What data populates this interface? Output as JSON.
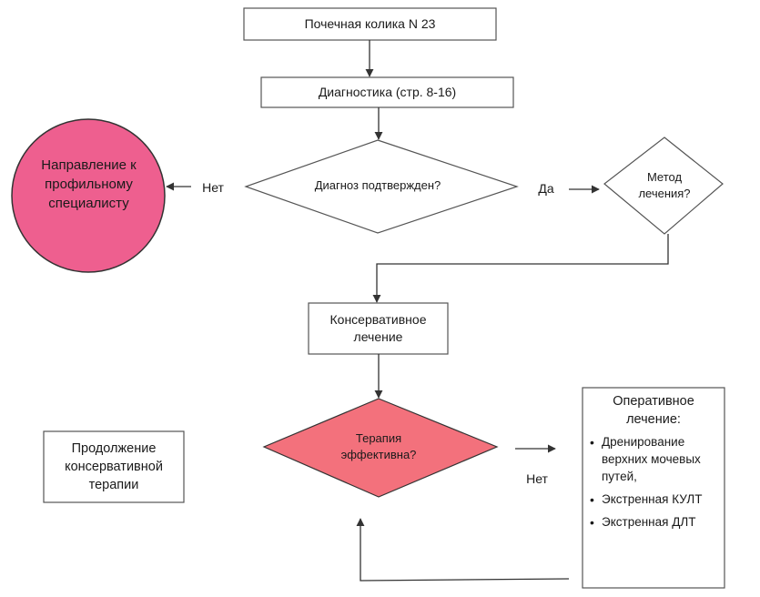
{
  "nodes": {
    "start": "Почечная колика N 23",
    "diagnostics": "Диагностика (стр. 8-16)",
    "diagnosis_decision": "Диагноз подтвержден?",
    "referral": "Направление к профильному специалисту",
    "method_decision": "Метод лечения?",
    "conservative": "Консервативное лечение",
    "therapy_decision": "Терапия эффективна?",
    "continue_conservative": "Продолжение консервативной терапии",
    "operative": {
      "title": "Оперативное лечение:",
      "items": [
        "Дренирование верхних мочевых путей,",
        "Экстренная КУЛТ",
        "Экстренная ДЛТ"
      ]
    }
  },
  "edge_labels": {
    "no_left": "Нет",
    "yes_right": "Да",
    "no_bottom": "Нет"
  },
  "colors": {
    "line": "#333333",
    "referral_fill": "#ee5f8f",
    "therapy_fill": "#f3717c",
    "box_fill": "#ffffff"
  }
}
